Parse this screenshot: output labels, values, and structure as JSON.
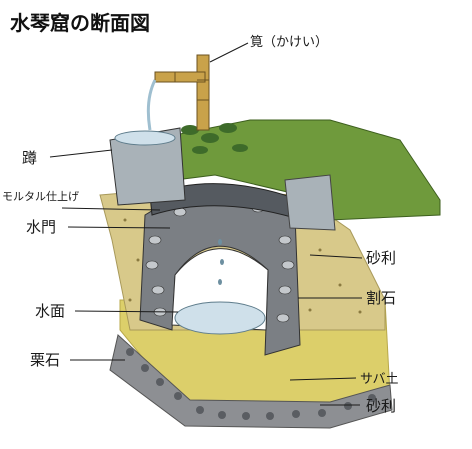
{
  "title": "水琴窟の断面図",
  "labels": {
    "kakei": "筧（かけい）",
    "tsukubai": "蹲",
    "mortar": "モルタル仕上げ",
    "suimon": "水門",
    "suimen": "水面",
    "kuriishi": "栗石",
    "jari_upper": "砂利",
    "wariishi": "割石",
    "sabatsuchi": "サバ土",
    "jari_lower": "砂利"
  },
  "colors": {
    "soil": "#d8c98a",
    "saba_soil": "#dccf6a",
    "moss": "#6f9a3c",
    "bamboo": "#c9a24a",
    "stone": "#a9b2b8",
    "water": "#cfe0ea"
  }
}
